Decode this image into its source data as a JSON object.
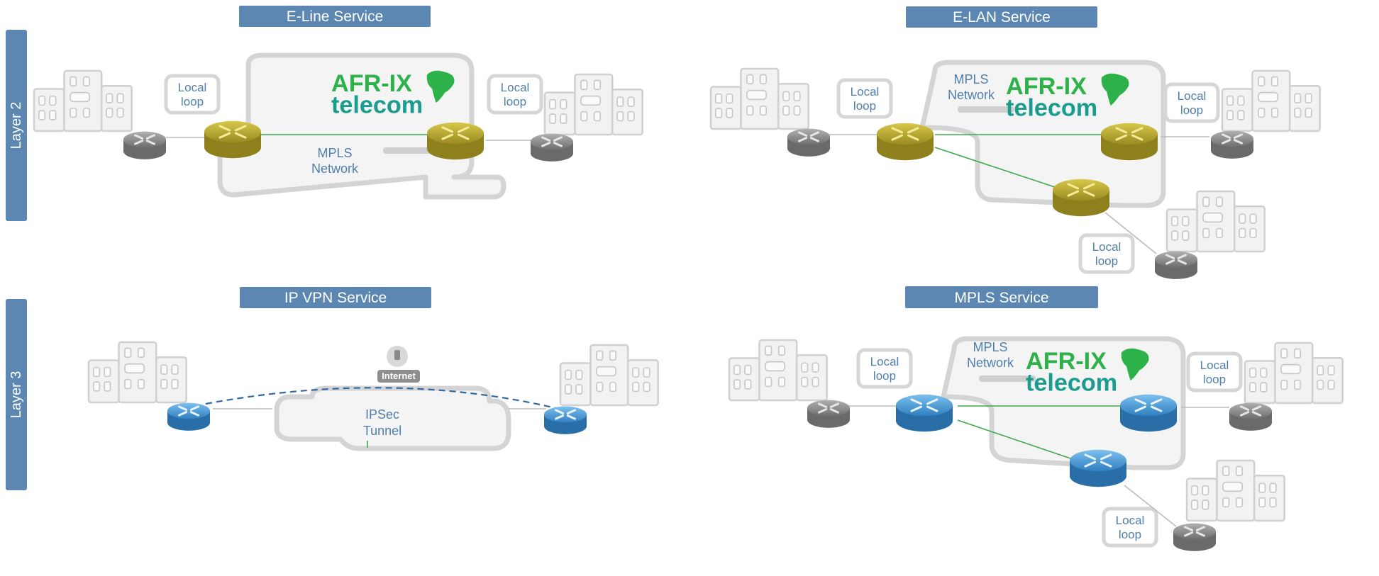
{
  "rows": [
    {
      "layer_label": "Layer 2"
    },
    {
      "layer_label": "Layer 3"
    }
  ],
  "panels": {
    "eline": {
      "title": "E-Line Service",
      "cloud_label": [
        "MPLS",
        "Network"
      ],
      "loops": [
        "Local\nloop",
        "Local\nloop"
      ]
    },
    "elan": {
      "title": "E-LAN Service",
      "cloud_label": [
        "MPLS",
        "Network"
      ],
      "loops": [
        "Local\nloop",
        "Local\nloop",
        "Local\nloop"
      ]
    },
    "ipvpn": {
      "title": "IP VPN Service",
      "internet": "Internet",
      "cloud_label": [
        "IPSec",
        "Tunnel"
      ]
    },
    "mpls": {
      "title": "MPLS Service",
      "cloud_label": [
        "MPLS",
        "Network"
      ],
      "loops": [
        "Local\nloop",
        "Local\nloop",
        "Local\nloop"
      ]
    }
  },
  "brand": {
    "line1_a": "AFR",
    "line1_b": "IX",
    "line2": "telecom"
  },
  "colors": {
    "title_bar": "#5b87b2",
    "loop_text": "#4f7fab",
    "brand_green": "#2db24a",
    "brand_teal": "#1a9c8e",
    "router_gold": "#bfae35",
    "router_blue": "#4fa3de",
    "router_gray": "#8c8c8c",
    "link_green": "#3caa4a",
    "tunnel_blue": "#2f6aa3"
  }
}
